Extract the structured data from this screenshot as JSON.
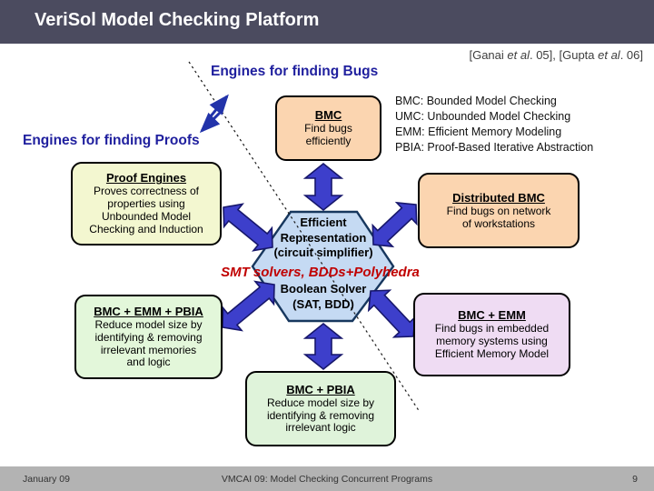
{
  "header": {
    "title": "VeriSol Model Checking Platform"
  },
  "citation": {
    "seg1": "[Ganai ",
    "seg2": "et al",
    "seg3": ". 05], [Gupta ",
    "seg4": "et al",
    "seg5": ". 06]"
  },
  "section_labels": {
    "bugs": "Engines for finding Bugs",
    "proofs": "Engines for finding Proofs"
  },
  "legend": {
    "lines": [
      "BMC: Bounded Model Checking",
      "UMC: Unbounded Model Checking",
      "EMM: Efficient Memory Modeling",
      "PBIA: Proof-Based Iterative Abstraction"
    ]
  },
  "boxes": {
    "bmc": {
      "title": "BMC",
      "body": "Find bugs\nefficiently"
    },
    "proof_engines": {
      "title": "Proof Engines",
      "body": "Proves correctness of\nproperties using\nUnbounded Model\nChecking and Induction"
    },
    "distributed_bmc": {
      "title": "Distributed BMC",
      "body": "Find bugs on network\nof workstations"
    },
    "bmc_emm_pbia": {
      "title": "BMC + EMM + PBIA",
      "body": "Reduce model size by\nidentifying & removing\nirrelevant memories\nand logic"
    },
    "bmc_emm": {
      "title": "BMC + EMM",
      "body": "Find bugs in embedded\nmemory systems using\nEfficient Memory Model"
    },
    "bmc_pbia": {
      "title": "BMC + PBIA",
      "body": "Reduce model size by\nidentifying & removing\nirrelevant logic"
    }
  },
  "hexagon": {
    "line1": "Efficient",
    "line2": "Representation",
    "line3": "(circuit simplifier)",
    "line4": "Boolean Solver",
    "line5": "(SAT, BDD)"
  },
  "overlay_text": {
    "smt": "SMT solvers, BDDs+Polyhedra"
  },
  "footer": {
    "date": "January 09",
    "center": "VMCAI 09: Model Checking Concurrent Programs",
    "page": "9"
  },
  "colors": {
    "header_bg": "#4b4b5f",
    "accent_blue": "#1f1f9e",
    "arrow_blue": "#3d3fcb",
    "red": "#c00000",
    "peach": "#fbd5b0",
    "pale_yellow_green": "#f3f7d0",
    "pale_green": "#e3f7da",
    "pink": "#efdcf3",
    "hexagon_blue": "#c5daf3",
    "footer_bg": "#b3b3b3"
  }
}
